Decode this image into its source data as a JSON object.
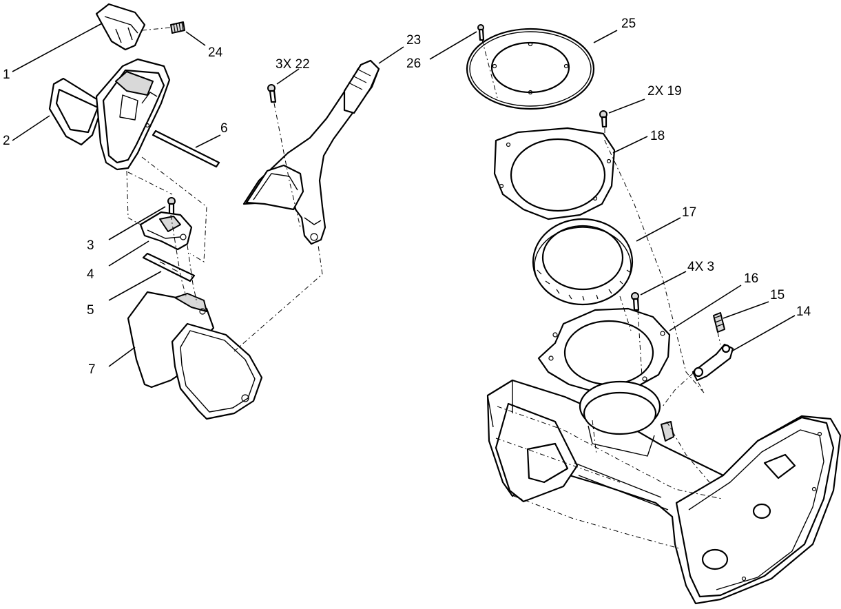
{
  "callouts": {
    "c1": "1",
    "c2": "2",
    "c3": "3",
    "c4": "4",
    "c5": "5",
    "c6": "6",
    "c7": "7",
    "c22": "3X  22",
    "c23": "23",
    "c24": "24",
    "c25": "25",
    "c26": "26",
    "c19": "2X  19",
    "c18": "18",
    "c17": "17",
    "c4x3": "4X  3",
    "c16": "16",
    "c15": "15",
    "c14": "14"
  }
}
